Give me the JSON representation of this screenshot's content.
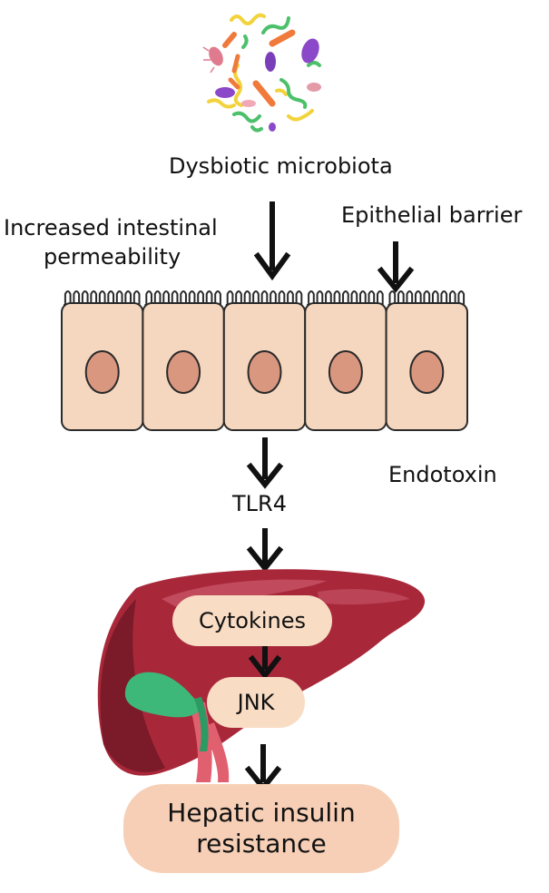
{
  "labels": {
    "dysbiotic_microbiota": "Dysbiotic microbiota",
    "increased_permeability_line1": "Increased intestinal",
    "increased_permeability_line2": "permeability",
    "epithelial_barrier": "Epithelial barrier",
    "endotoxin": "Endotoxin",
    "tlr4": "TLR4",
    "cytokines": "Cytokines",
    "jnk": "JNK",
    "outcome_line1": "Hepatic insulin",
    "outcome_line2": "resistance"
  },
  "colors": {
    "text": "#111111",
    "arrow": "#111111",
    "cell_fill": "#f5d7bf",
    "cell_stroke": "#2a2a2a",
    "nucleus_fill": "#d9977f",
    "liver_fill": "#a8283a",
    "liver_dark": "#7b1a28",
    "liver_highlight": "#c9576a",
    "gallbladder": "#3eb879",
    "vessel": "#e0606f",
    "pill_fill": "#f8dcc4",
    "outcome_fill": "#f6cfb6"
  },
  "icons": [
    "bacteria-cluster-icon",
    "intestinal-epithelium-icon",
    "liver-icon",
    "gallbladder-icon",
    "down-arrow-icon"
  ]
}
